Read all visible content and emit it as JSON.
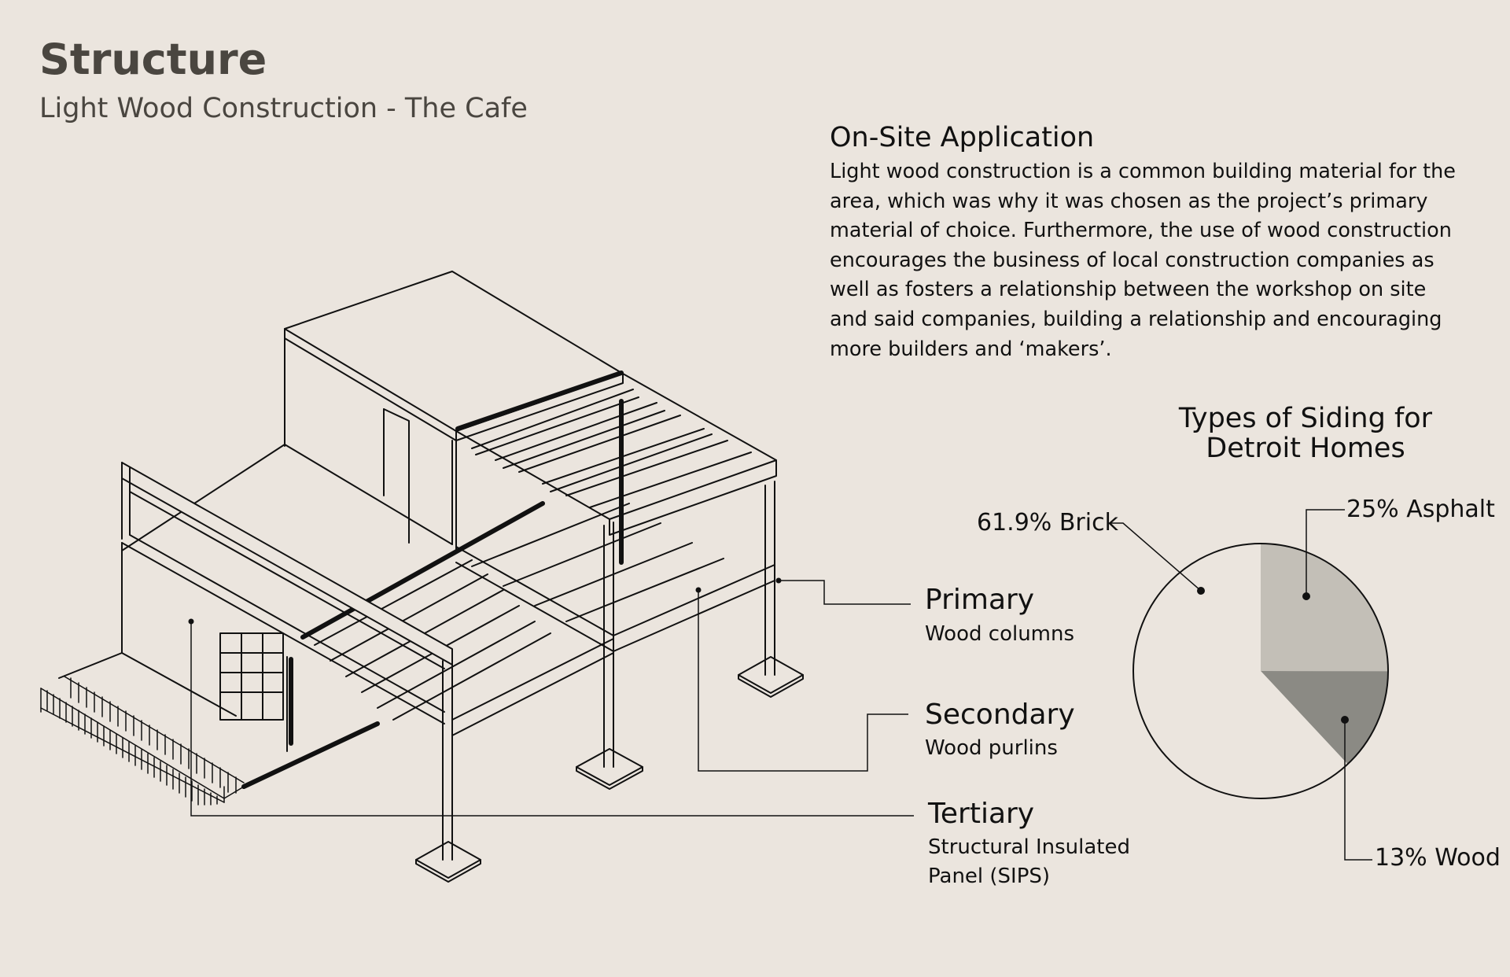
{
  "header": {
    "title": "Structure",
    "subtitle": "Light Wood Construction - The Cafe"
  },
  "on_site": {
    "heading": "On-Site Application",
    "lines": [
      "Light wood construction is a common building material for the",
      "area, which was why it was chosen as the project’s primary",
      "material of choice. Furthermore, the use of wood construction",
      "encourages the business of local construction companies as",
      "well as fosters a relationship between the workshop on site",
      "and said companies, building a relationship and encouraging",
      "more builders and ‘makers’."
    ]
  },
  "callouts": {
    "primary": {
      "title": "Primary",
      "subtitle": "Wood columns"
    },
    "secondary": {
      "title": "Secondary",
      "subtitle": "Wood purlins"
    },
    "tertiary": {
      "title": "Tertiary",
      "subtitle_line1": "Structural Insulated",
      "subtitle_line2": "Panel (SIPS)"
    }
  },
  "chart_data": {
    "type": "pie",
    "title_lines": [
      "Types of Siding for",
      "Detroit Homes"
    ],
    "slices": [
      {
        "label": "25% Asphalt",
        "value": 25,
        "color": "#c3bfb7"
      },
      {
        "label": "13% Wood",
        "value": 13,
        "color": "#8b8a84"
      },
      {
        "label": "61.9% Brick",
        "value": 61.9,
        "color": "#ebe5de"
      }
    ]
  },
  "colors": {
    "background": "#ebe5de",
    "heading_gray": "#4a4640",
    "line": "#111111"
  }
}
